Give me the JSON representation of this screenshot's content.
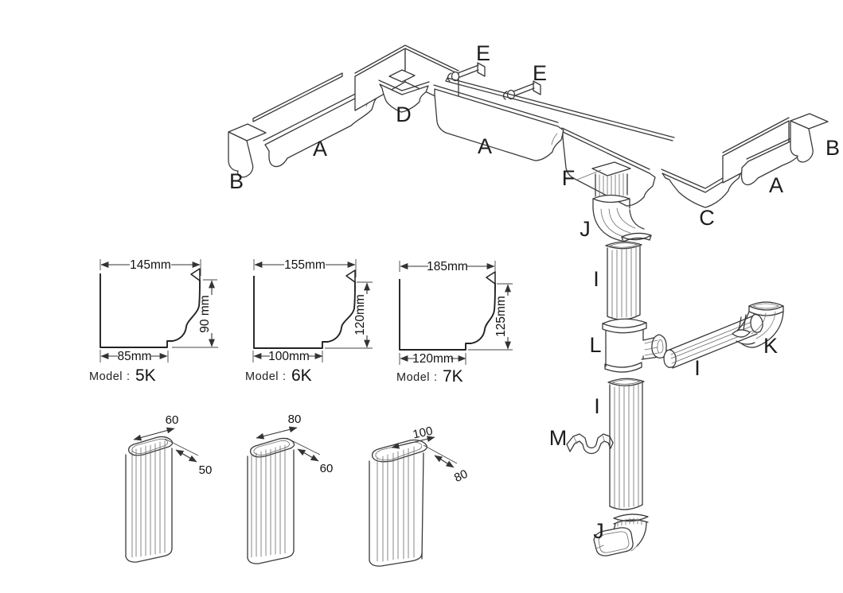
{
  "assembly": {
    "labels": {
      "gutter_left": "A",
      "end_cap_left": "B",
      "inside_corner": "D",
      "hanger_1": "E",
      "hanger_2": "E",
      "gutter_mid": "A",
      "drop_outlet": "F",
      "outside_corner": "C",
      "gutter_right": "A",
      "end_cap_right": "B",
      "elbow_top": "J",
      "downspout_top": "I",
      "tee": "L",
      "downspout_side": "I",
      "side_elbow": "K",
      "downspout_bottom": "I",
      "pipe_clip": "M",
      "outlet_elbow": "J"
    }
  },
  "profiles": [
    {
      "model_label": "Model",
      "colon": ":",
      "model": "5K",
      "top_width": "145mm",
      "bottom_width": "85mm",
      "height": "90 mm"
    },
    {
      "model_label": "Model",
      "colon": ":",
      "model": "6K",
      "top_width": "155mm",
      "bottom_width": "100mm",
      "height": "120mm"
    },
    {
      "model_label": "Model",
      "colon": ":",
      "model": "7K",
      "top_width": "185mm",
      "bottom_width": "120mm",
      "height": "125mm"
    }
  ],
  "downspouts": [
    {
      "width": "60",
      "depth": "50"
    },
    {
      "width": "80",
      "depth": "60"
    },
    {
      "width": "100",
      "depth": "80"
    }
  ]
}
